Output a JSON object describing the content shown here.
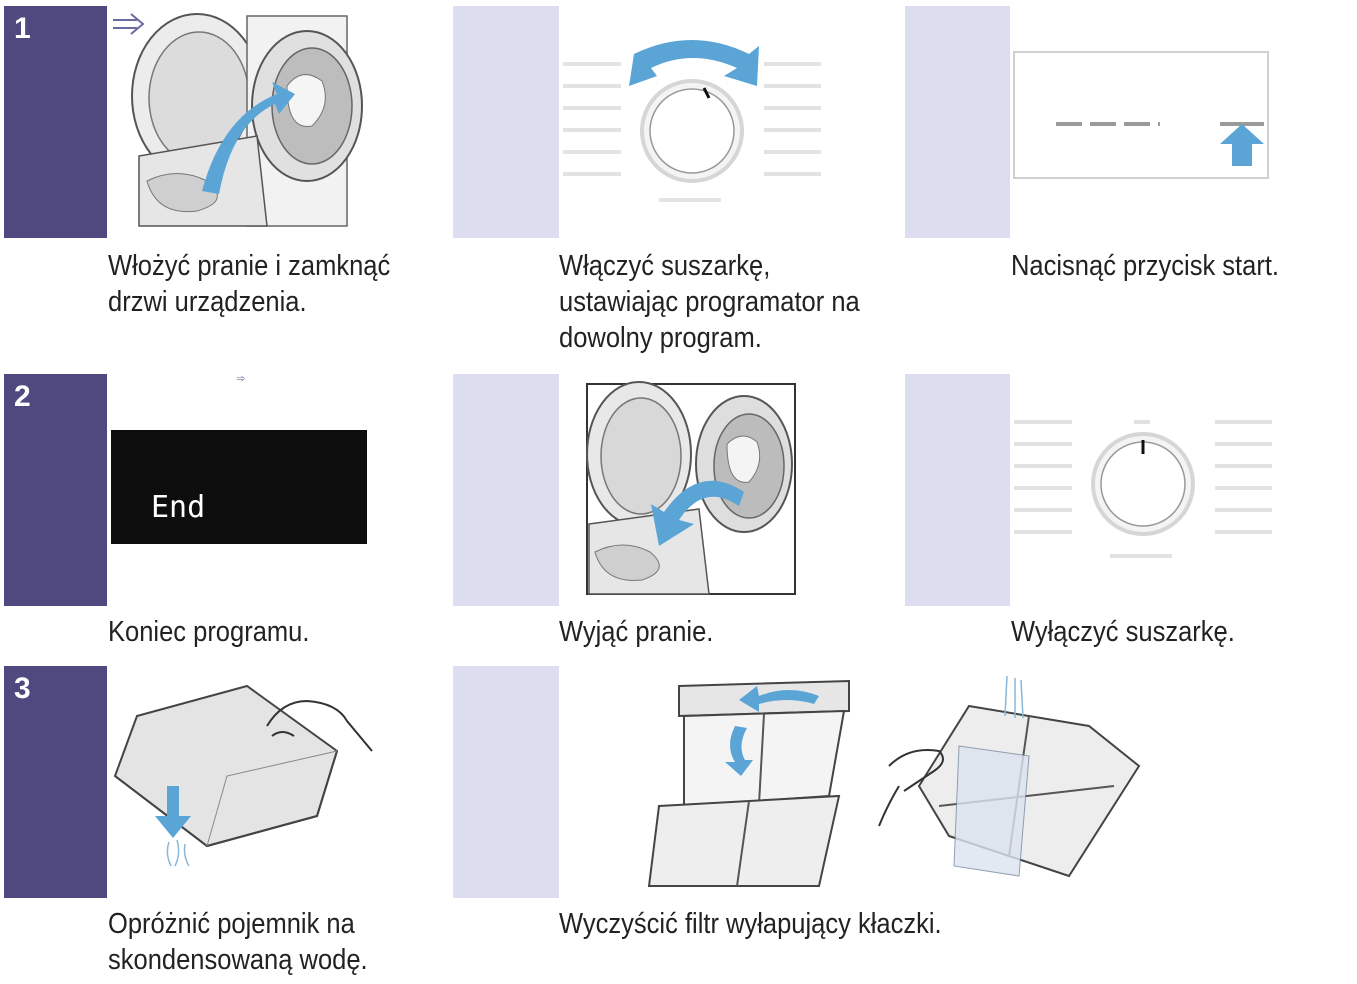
{
  "steps": [
    {
      "number": "1",
      "captions": [
        [
          "Włożyć pranie i zamknąć",
          "drzwi urządzenia."
        ],
        [
          "Włączyć suszarkę,",
          "ustawiając programator na",
          "dowolny program."
        ],
        [
          "Nacisnąć przycisk start."
        ]
      ]
    },
    {
      "number": "2",
      "display_text": "End",
      "captions": [
        [
          "Koniec programu."
        ],
        [
          "Wyjąć pranie."
        ],
        [
          "Wyłączyć suszarkę."
        ]
      ]
    },
    {
      "number": "3",
      "captions": [
        [
          "Opróżnić pojemnik na",
          "skondensowaną wodę."
        ],
        [
          "Wyczyścić filtr wyłapujący kłaczki."
        ]
      ]
    }
  ],
  "colors": {
    "step_band": "#4e4a80",
    "band_bg": "#ddddf0",
    "arrow_blue": "#5aa5d6"
  },
  "icons": [
    "arrow-right-icon",
    "arrow-up-icon",
    "dial-icon",
    "curved-arrow-icon",
    "arrow-down-icon"
  ]
}
